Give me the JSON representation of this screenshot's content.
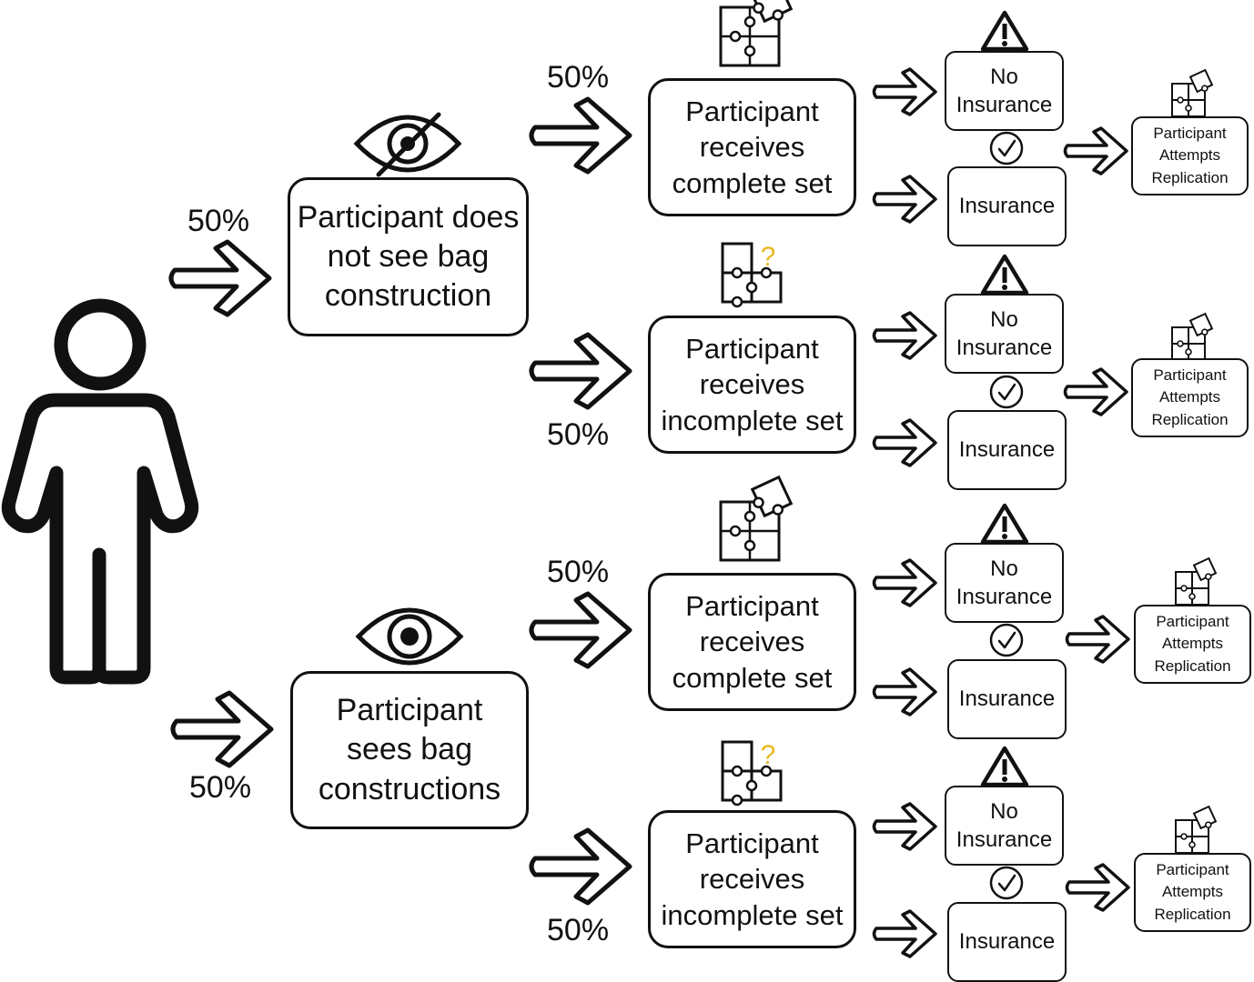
{
  "group_blind": {
    "label": "Participant does\nnot see bag\nconstruction",
    "pct": "50%",
    "icon": "eye-slash-icon"
  },
  "group_sees": {
    "label": "Participant\nsees bag\nconstructions",
    "pct": "50%",
    "icon": "eye-icon"
  },
  "branches": [
    {
      "set_label": "Participant\nreceives\ncomplete set",
      "pct": "50%",
      "puzzle_icon": "puzzle-complete-icon",
      "no_insurance": "No\nInsurance",
      "insurance": "Insurance",
      "replication": "Participant\nAttempts\nReplication"
    },
    {
      "set_label": "Participant\nreceives\nincomplete set",
      "pct": "50%",
      "puzzle_icon": "puzzle-missing-piece-icon",
      "no_insurance": "No\nInsurance",
      "insurance": "Insurance",
      "replication": "Participant\nAttempts\nReplication"
    },
    {
      "set_label": "Participant\nreceives\ncomplete set",
      "pct": "50%",
      "puzzle_icon": "puzzle-complete-icon",
      "no_insurance": "No\nInsurance",
      "insurance": "Insurance",
      "replication": "Participant\nAttempts\nReplication"
    },
    {
      "set_label": "Participant\nreceives\nincomplete set",
      "pct": "50%",
      "puzzle_icon": "puzzle-missing-piece-icon",
      "no_insurance": "No\nInsurance",
      "insurance": "Insurance",
      "replication": "Participant\nAttempts\nReplication"
    }
  ],
  "icon_names": [
    "person-icon",
    "warning-icon",
    "checkmark-icon",
    "arrow-icon"
  ],
  "colors": {
    "line": "#111111",
    "question_mark": "#E8B820",
    "background": "#FFFFFF"
  }
}
